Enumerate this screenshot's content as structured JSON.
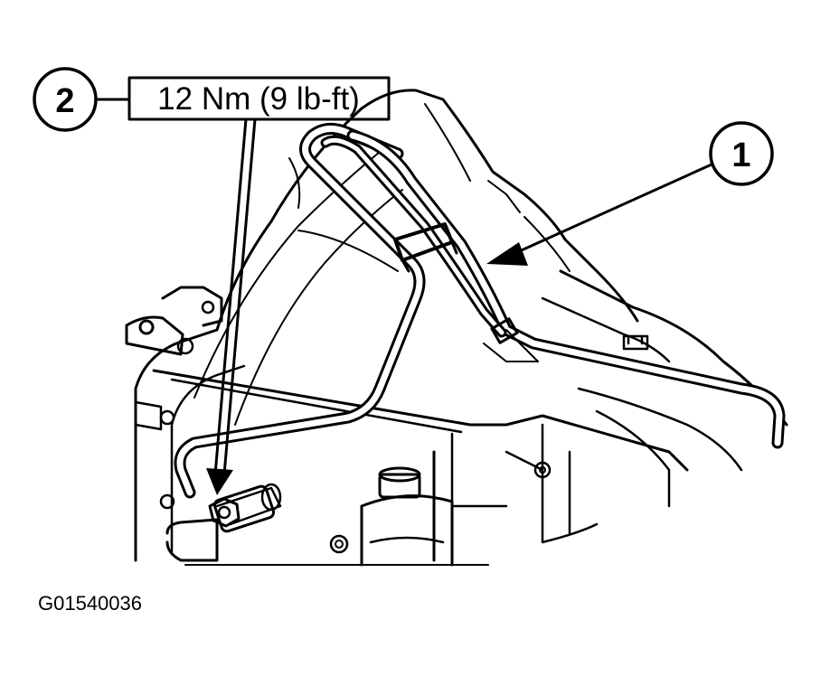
{
  "callouts": {
    "one": {
      "number": "1"
    },
    "two": {
      "number": "2",
      "torque_spec": "12 Nm (9 lb-ft)"
    }
  },
  "figure_code": "G01540036",
  "colors": {
    "ink": "#000000",
    "paper": "#ffffff"
  }
}
